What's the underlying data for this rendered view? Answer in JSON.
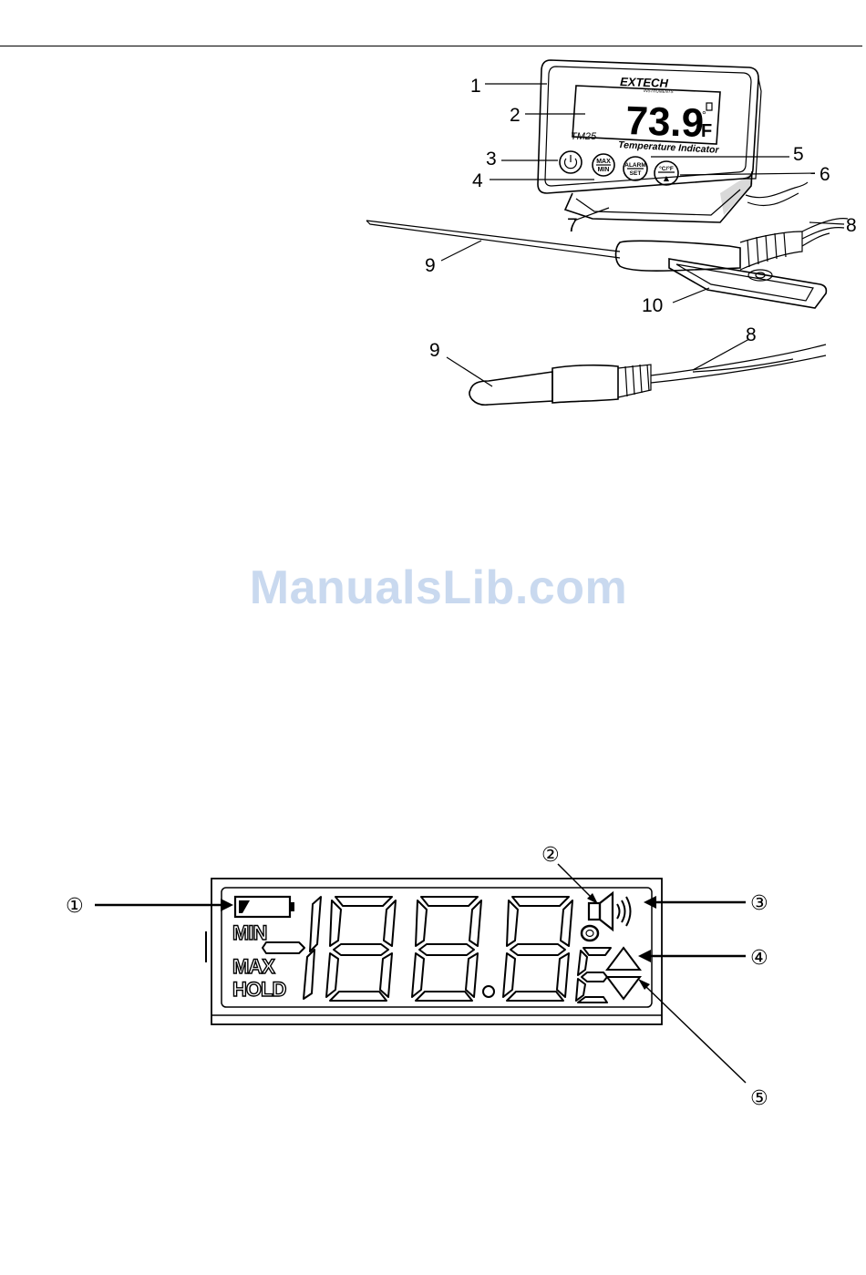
{
  "device": {
    "brand": "EXTECH",
    "brand_sub": "INSTRUMENTS",
    "model": "TM25",
    "name": "Temperature Indicator",
    "reading": "73.9",
    "unit": "F",
    "degree": "°",
    "buttons": {
      "max_top": "MAX",
      "max_bottom": "MIN",
      "alarm_top": "ALARM",
      "alarm_bottom": "SET",
      "unit_top": "°C/°F",
      "unit_bottom": "▲"
    }
  },
  "product_callouts": [
    "1",
    "2",
    "3",
    "4",
    "5",
    "6",
    "7",
    "8",
    "9",
    "10",
    "9",
    "8"
  ],
  "lcd": {
    "labels": {
      "min": "MIN",
      "max": "MAX",
      "hold": "HOLD"
    },
    "callouts": [
      "①",
      "②",
      "③",
      "④",
      "⑤"
    ]
  },
  "watermark": "ManualsLib.com"
}
